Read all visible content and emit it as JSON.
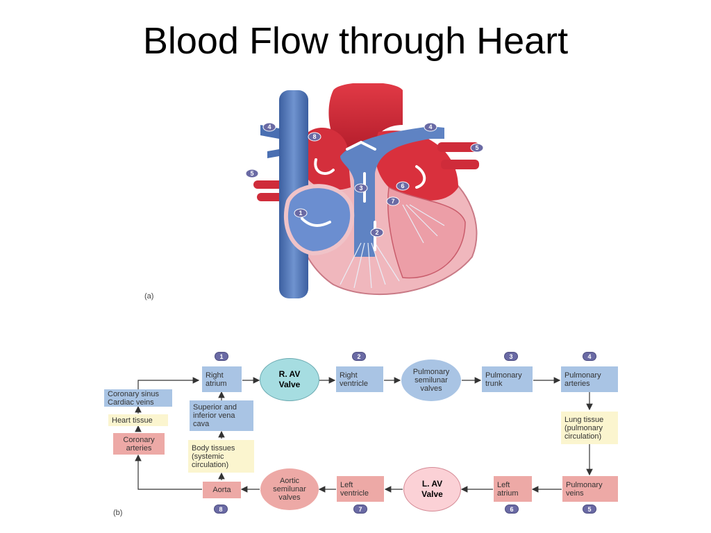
{
  "title": "Blood Flow through Heart",
  "heart_figure": {
    "caption": "(a)",
    "labels": [
      "1",
      "2",
      "3",
      "4",
      "4",
      "5",
      "5",
      "6",
      "7",
      "8"
    ]
  },
  "flow_diagram": {
    "caption": "(b)",
    "steps": {
      "s1": "1",
      "s2": "2",
      "s3": "3",
      "s4": "4",
      "s5": "5",
      "s6": "6",
      "s7": "7",
      "s8": "8"
    },
    "nodes": {
      "right_atrium": "Right\natrium",
      "r_av_valve": "R. AV\nValve",
      "right_ventricle": "Right\nventricle",
      "pulmonary_semilunar": "Pulmonary\nsemilunar\nvalves",
      "pulmonary_trunk": "Pulmonary\ntrunk",
      "pulmonary_arteries": "Pulmonary\narteries",
      "lung_tissue": "Lung tissue\n(pulmonary\ncirculation)",
      "pulmonary_veins": "Pulmonary\nveins",
      "left_atrium": "Left\natrium",
      "l_av_valve": "L. AV\nValve",
      "left_ventricle": "Left\nventricle",
      "aortic_semilunar": "Aortic\nsemilunar\nvalves",
      "aorta": "Aorta",
      "body_tissues": "Body tissues\n(systemic\ncirculation)",
      "vena_cava": "Superior and\ninferior vena\ncava",
      "coronary_arteries": "Coronary\narteries",
      "heart_tissue": "Heart tissue",
      "coronary_sinus": "Coronary sinus\nCardiac veins"
    }
  },
  "colors": {
    "chamber_box_blue": "#a9c4e4",
    "tissue_box_yellow": "#fbf5cf",
    "oxygenated_box_red": "#eda9a6",
    "step_badge": "#6a6aa4"
  }
}
